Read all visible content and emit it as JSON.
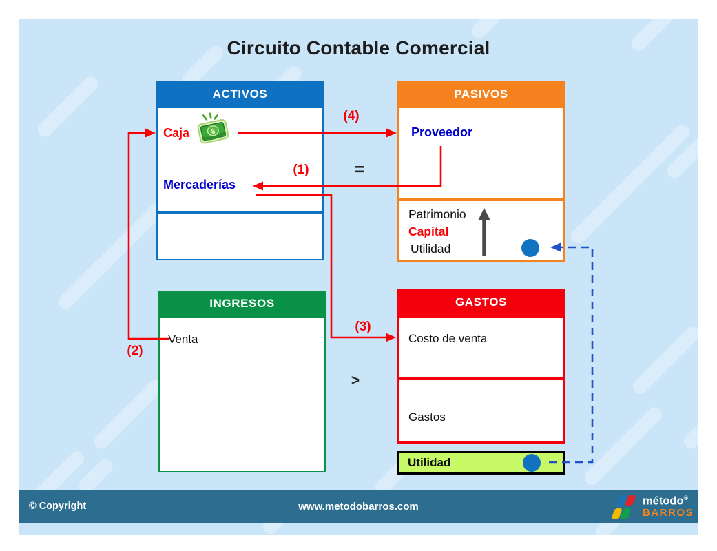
{
  "title": "Circuito Contable Comercial",
  "activos": {
    "header": "ACTIVOS",
    "caja": "Caja",
    "mercaderias": "Mercaderías"
  },
  "pasivos": {
    "header": "PASIVOS",
    "proveedor": "Proveedor",
    "patrimonio": "Patrimonio",
    "capital": "Capital",
    "utilidad": "Utilidad"
  },
  "ingresos": {
    "header": "INGRESOS",
    "venta": "Venta"
  },
  "gastos": {
    "header": "GASTOS",
    "costo_de_venta": "Costo de venta",
    "gastos_item": "Gastos",
    "utilidad": "Utilidad"
  },
  "flows": {
    "n1": {
      "label": "(1)",
      "from": "Proveedor",
      "to": "Mercaderías"
    },
    "n2": {
      "label": "(2)",
      "from": "Venta",
      "to": "Caja"
    },
    "n3": {
      "label": "(3)",
      "from": "Mercaderías",
      "to": "Costo de venta"
    },
    "n4": {
      "label": "(4)",
      "from": "Caja",
      "to": "Proveedor"
    },
    "utilidad_link": {
      "from": "Utilidad (Gastos)",
      "to": "Utilidad (Patrimonio)",
      "style": "dashed"
    },
    "equals": "=",
    "greater": ">"
  },
  "icons": {
    "money": "money-bills-icon",
    "dollar_glyph": "$",
    "up_arrow": "growth-up-arrow-icon",
    "utility_dot_pasivos": "utility-dot",
    "utility_dot_gastos": "utility-dot"
  },
  "footer": {
    "copyright": "© Copyright",
    "website": "www.metodobarros.com",
    "brand_name": "método",
    "brand_reg": "®",
    "brand_sub": "BARROS"
  },
  "colors": {
    "background_blue": "#C9E5F7",
    "stripe_blue": "#DBEDFB",
    "activos_blue": "#0E71C1",
    "pasivos_orange": "#F5821E",
    "ingresos_green": "#0A9148",
    "gastos_red": "#F3000C",
    "accent_red": "#F80004",
    "text_blue": "#0000CD",
    "text_dark": "#1C1C1C",
    "utilidad_green": "#C8F966",
    "dot_blue": "#1173BF",
    "dashed_blue": "#2150C8",
    "gray_arrow": "#4A4A4A",
    "footer_teal": "#2D6E90",
    "brand_orange": "#F5821E",
    "logo_blue": "#1F71B8",
    "logo_red": "#E32226",
    "logo_yellow": "#EFB900",
    "logo_green": "#12A14B"
  }
}
